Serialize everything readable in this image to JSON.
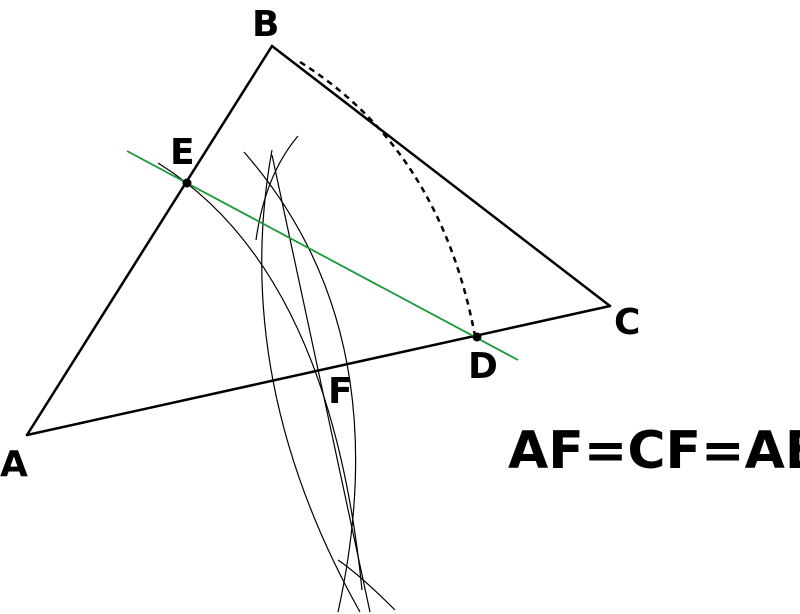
{
  "labels": {
    "A": "A",
    "B": "B",
    "C": "C",
    "D": "D",
    "E": "E",
    "F": "F"
  },
  "formula": "AF=CF=AE",
  "colors": {
    "triangle": "#000000",
    "construction": "#000000",
    "line_ED": "#1a9a3a",
    "points": "#000000",
    "background": "#ffffff"
  }
}
